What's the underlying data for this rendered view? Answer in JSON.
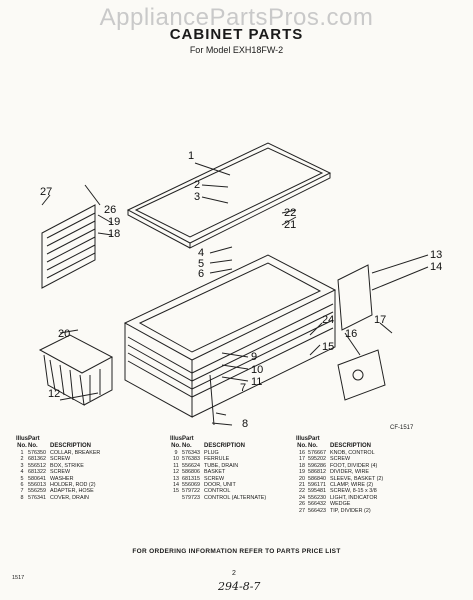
{
  "watermark": "AppliancePartsPros.com",
  "title": "CABINET PARTS",
  "subtitle": "For Model EXH18FW-2",
  "figure_id": "CF-1517",
  "callouts": [
    "1",
    "2",
    "3",
    "4",
    "5",
    "6",
    "7",
    "8",
    "9",
    "10",
    "11",
    "12",
    "13",
    "14",
    "15",
    "16",
    "17",
    "18",
    "19",
    "20",
    "21",
    "22",
    "24",
    "26",
    "27"
  ],
  "table_headers": {
    "illus_line1": "Illus.",
    "part_line1": "Part",
    "illus_line2": "No.",
    "part_line2": "No.",
    "description": "DESCRIPTION"
  },
  "parts_col1": [
    {
      "illus": "1",
      "part": "576350",
      "desc": "COLLAR, BREAKER"
    },
    {
      "illus": "2",
      "part": "681362",
      "desc": "SCREW"
    },
    {
      "illus": "3",
      "part": "556512",
      "desc": "BOX, STRIKE"
    },
    {
      "illus": "4",
      "part": "681322",
      "desc": "SCREW"
    },
    {
      "illus": "5",
      "part": "580641",
      "desc": "WASHER"
    },
    {
      "illus": "6",
      "part": "556013",
      "desc": "HOLDER, ROD (2)"
    },
    {
      "illus": "7",
      "part": "556259",
      "desc": "ADAPTER, HOSE"
    },
    {
      "illus": "8",
      "part": "576341",
      "desc": "COVER, DRAIN"
    }
  ],
  "parts_col2": [
    {
      "illus": "9",
      "part": "576343",
      "desc": "PLUG"
    },
    {
      "illus": "10",
      "part": "576383",
      "desc": "FERRULE"
    },
    {
      "illus": "11",
      "part": "556624",
      "desc": "TUBE, DRAIN"
    },
    {
      "illus": "12",
      "part": "586806",
      "desc": "BASKET"
    },
    {
      "illus": "13",
      "part": "681315",
      "desc": "SCREW"
    },
    {
      "illus": "14",
      "part": "556069",
      "desc": "DOOR, UNIT"
    },
    {
      "illus": "15",
      "part": "579722",
      "desc": "CONTROL"
    },
    {
      "illus": "",
      "part": "579723",
      "desc": "CONTROL (ALTERNATE)"
    }
  ],
  "parts_col3": [
    {
      "illus": "16",
      "part": "576667",
      "desc": "KNOB, CONTROL"
    },
    {
      "illus": "17",
      "part": "595202",
      "desc": "SCREW"
    },
    {
      "illus": "18",
      "part": "596286",
      "desc": "FOOT, DIVIDER (4)"
    },
    {
      "illus": "19",
      "part": "586812",
      "desc": "DIVIDER, WIRE"
    },
    {
      "illus": "20",
      "part": "586840",
      "desc": "SLEEVE, BASKET (2)"
    },
    {
      "illus": "21",
      "part": "596171",
      "desc": "CLAMP, WIRE (2)"
    },
    {
      "illus": "22",
      "part": "595481",
      "desc": "SCREW, 8-15 x 3/8"
    },
    {
      "illus": "24",
      "part": "556230",
      "desc": "LIGHT, INDICATOR"
    },
    {
      "illus": "26",
      "part": "566432",
      "desc": "WEDGE"
    },
    {
      "illus": "27",
      "part": "566423",
      "desc": "TIP, DIVIDER (2)"
    }
  ],
  "order_note": "FOR ORDERING INFORMATION REFER TO PARTS PRICE LIST",
  "footer_code": "1517",
  "page_number": "2",
  "handwritten_note": "294-8-7"
}
